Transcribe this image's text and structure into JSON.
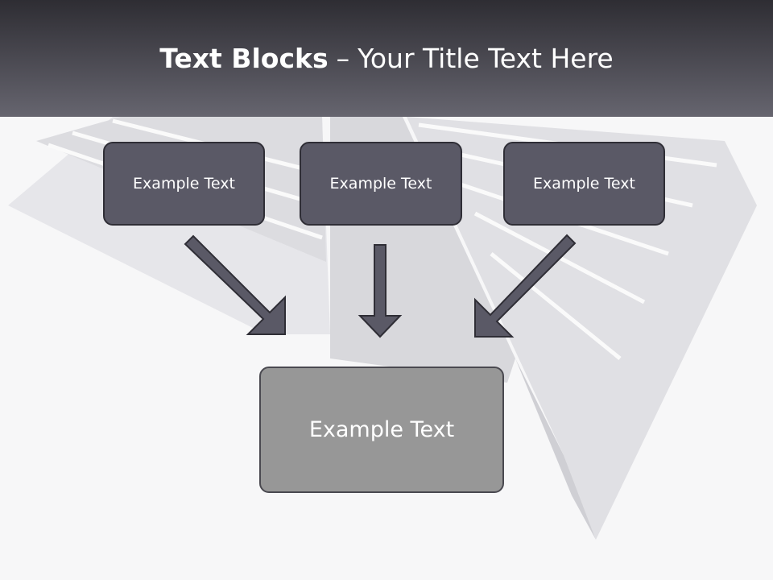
{
  "title": {
    "bold": "Text Blocks",
    "dash": "–",
    "rest": "Your Title Text Here"
  },
  "boxes": [
    "Example Text",
    "Example Text",
    "Example Text"
  ],
  "target": "Example Text"
}
